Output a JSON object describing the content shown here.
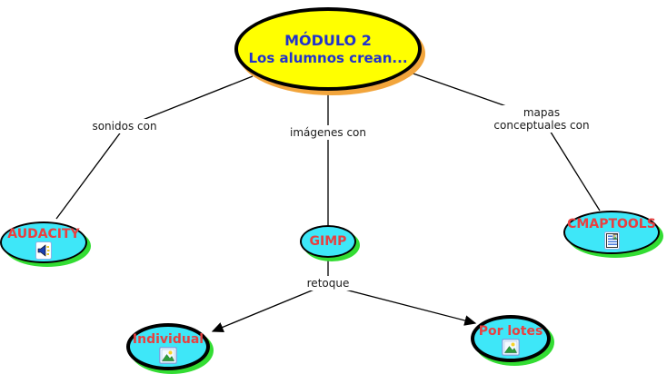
{
  "diagram": {
    "type": "concept-map",
    "root": {
      "line1": "MÓDULO 2",
      "line2": "Los alumnos crean..."
    },
    "nodes": {
      "audacity": {
        "label": "AUDACITY",
        "icon": "speaker-icon"
      },
      "gimp": {
        "label": "GIMP"
      },
      "cmaptools": {
        "label": "CMAPTOOLS",
        "icon": "document-icon"
      },
      "individual": {
        "label": "Individual",
        "icon": "image-icon"
      },
      "por_lotes": {
        "label": "Por lotes",
        "icon": "image-icon"
      }
    },
    "links": {
      "sonidos": {
        "label": "sonidos con"
      },
      "imagenes": {
        "label": "imágenes con"
      },
      "mapas": {
        "line1": "mapas",
        "line2": "conceptuales con"
      },
      "retoque": {
        "label": "retoque"
      }
    },
    "colors": {
      "root_fill": "#FFFF00",
      "root_shadow": "#F2A53C",
      "root_text": "#2233CC",
      "concept_fill": "#3EE7F8",
      "concept_shadow": "#33DD33",
      "concept_text": "#E84040",
      "line": "#000000",
      "background": "#FFFFFF"
    }
  }
}
